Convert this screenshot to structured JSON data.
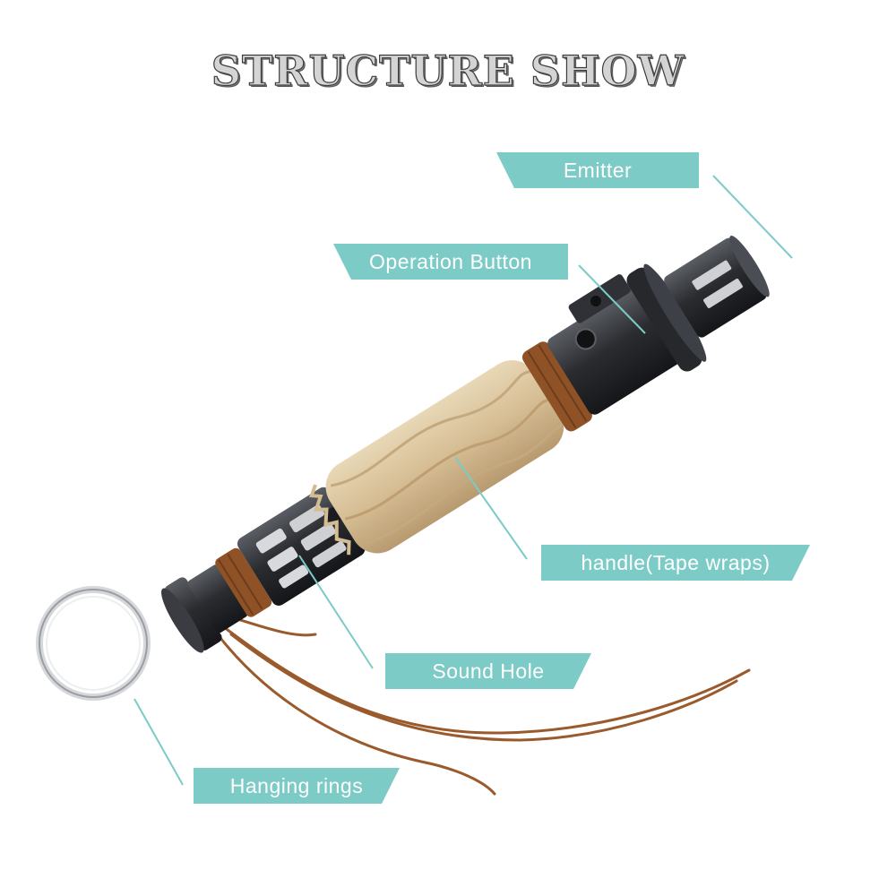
{
  "title": "STRUCTURE SHOW",
  "labels": {
    "emitter": "Emitter",
    "operation_button": "Operation Button",
    "handle": "handle(Tape wraps)",
    "sound_hole": "Sound Hole",
    "hanging_rings": "Hanging rings"
  },
  "colors": {
    "label_bg": "#7ccbc6",
    "label_text": "#ffffff",
    "leader_line": "#7ccbc6",
    "hilt_metal": "#2b2d31",
    "tape_wrap": "#d9c29c",
    "leather_cord": "#9a5a2c"
  },
  "icons": {
    "product": "lightsaber-hilt-illustration",
    "ring": "keyring-icon"
  }
}
